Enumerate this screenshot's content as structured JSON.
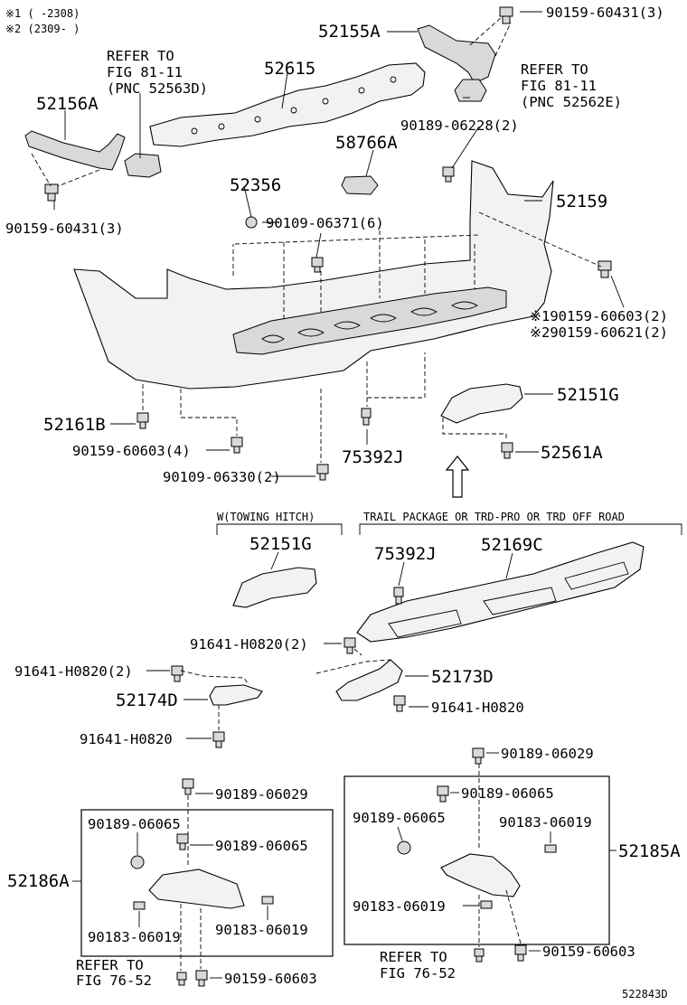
{
  "notes": {
    "n1": "※1 (      -2308)",
    "n2": "※2 (2309-      )"
  },
  "labels": {
    "l_52155A": "52155A",
    "l_90159_60431_top": "90159-60431(3)",
    "l_refer_upper_left_1": "REFER TO",
    "l_refer_upper_left_2": "FIG 81-11",
    "l_refer_upper_left_3": "(PNC 52563D)",
    "l_52615": "52615",
    "l_refer_upper_right_1": "REFER TO",
    "l_refer_upper_right_2": "FIG 81-11",
    "l_refer_upper_right_3": "(PNC 52562E)",
    "l_52156A": "52156A",
    "l_90189_06228": "90189-06228(2)",
    "l_58766A": "58766A",
    "l_52356": "52356",
    "l_52159": "52159",
    "l_90109_06371": "90109-06371(6)",
    "l_90159_60431_left": "90159-60431(3)",
    "l_90159_60603_n1": "※190159-60603(2)",
    "l_90159_60621_n2": "※290159-60621(2)",
    "l_52151G_top": "52151G",
    "l_52161B": "52161B",
    "l_90159_60603_4": "90159-60603(4)",
    "l_75392J_top": "75392J",
    "l_52561A": "52561A",
    "l_90109_06330": "90109-06330(2)",
    "l_towing": "W(TOWING HITCH)",
    "l_trail": "TRAIL PACKAGE OR TRD-PRO OR TRD OFF ROAD",
    "l_52151G_mid": "52151G",
    "l_75392J_mid": "75392J",
    "l_52169C": "52169C",
    "l_91641_h0820_2_a": "91641-H0820(2)",
    "l_91641_h0820_2_b": "91641-H0820(2)",
    "l_52173D": "52173D",
    "l_52174D": "52174D",
    "l_91641_h0820_r": "91641-H0820",
    "l_91641_h0820_l": "91641-H0820",
    "l_90189_06029_r": "90189-06029",
    "l_90189_06029_l": "90189-06029",
    "l_90189_06065_r1": "90189-06065",
    "l_90189_06065_l1": "90189-06065",
    "l_90189_06065_r2": "90189-06065",
    "l_90183_06019_r1": "90183-06019",
    "l_52185A": "52185A",
    "l_90189_06065_l2": "90189-06065",
    "l_52186A": "52186A",
    "l_90183_06019_r2": "90183-06019",
    "l_90183_06019_l1": "90183-06019",
    "l_90183_06019_l2": "90183-06019",
    "l_refer_bottom_right_1": "REFER TO",
    "l_refer_bottom_right_2": "FIG 76-52",
    "l_90159_60603_r": "90159-60603",
    "l_refer_bottom_left_1": "REFER TO",
    "l_refer_bottom_left_2": "FIG 76-52",
    "l_90159_60603_l": "90159-60603",
    "l_fig_number": "522843D"
  }
}
